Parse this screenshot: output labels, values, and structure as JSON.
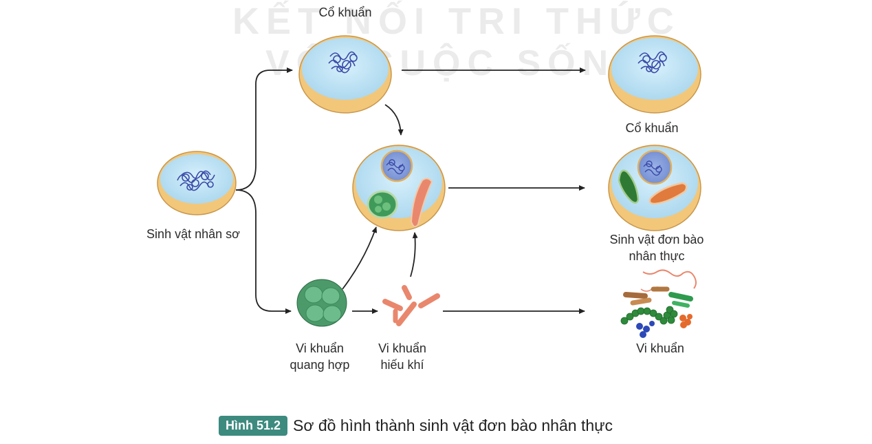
{
  "watermark": {
    "line1": "KẾT NỐI TRI THỨC",
    "line2": "VỚI CUỘC SỐNG"
  },
  "labels": {
    "archaea_top": "Cổ khuẩn",
    "archaea_right": "Cổ khuẩn",
    "prokaryote": "Sinh vật nhân sơ",
    "eukaryote_line1": "Sinh vật đơn bào",
    "eukaryote_line2": "nhân thực",
    "photo_bacteria_line1": "Vi khuẩn",
    "photo_bacteria_line2": "quang hợp",
    "aerobic_bacteria_line1": "Vi khuẩn",
    "aerobic_bacteria_line2": "hiếu khí",
    "bacteria": "Vi khuẩn"
  },
  "caption": {
    "badge": "Hình 51.2",
    "text": "Sơ đồ hình thành sinh vật đơn bào nhân thực"
  },
  "colors": {
    "cell_fill": "#bfe3f4",
    "cell_rim": "#f2c77a",
    "dna": "#3a4aa8",
    "chloroplast": "#3f9a5a",
    "mitochondrion": "#e9876d",
    "arrow": "#222222",
    "caption_badge": "#3d8a7f"
  }
}
